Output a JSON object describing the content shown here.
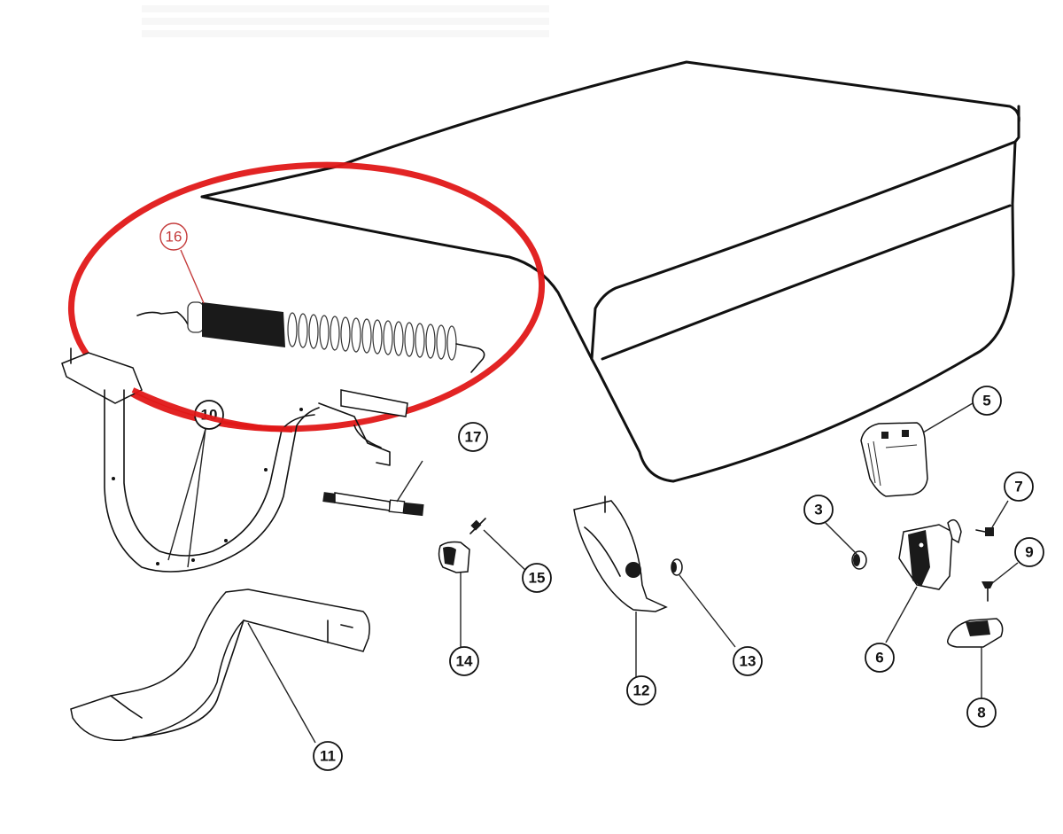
{
  "diagram": {
    "type": "exploded parts diagram",
    "subject": "rear deck lid / trunk lid assembly",
    "highlight": {
      "shape": "ellipse",
      "color": "#e01818",
      "target_callout": "16"
    },
    "callouts": [
      {
        "id": "3",
        "label": "3"
      },
      {
        "id": "5",
        "label": "5"
      },
      {
        "id": "6",
        "label": "6"
      },
      {
        "id": "7",
        "label": "7"
      },
      {
        "id": "8",
        "label": "8"
      },
      {
        "id": "9",
        "label": "9"
      },
      {
        "id": "10",
        "label": "10"
      },
      {
        "id": "11",
        "label": "11"
      },
      {
        "id": "12",
        "label": "12"
      },
      {
        "id": "13",
        "label": "13"
      },
      {
        "id": "14",
        "label": "14"
      },
      {
        "id": "15",
        "label": "15"
      },
      {
        "id": "16",
        "label": "16"
      },
      {
        "id": "17",
        "label": "17"
      }
    ],
    "colors": {
      "line": "#111111",
      "highlight": "#e01818",
      "highlight_callout": "#c43a3a",
      "background": "#ffffff"
    }
  }
}
